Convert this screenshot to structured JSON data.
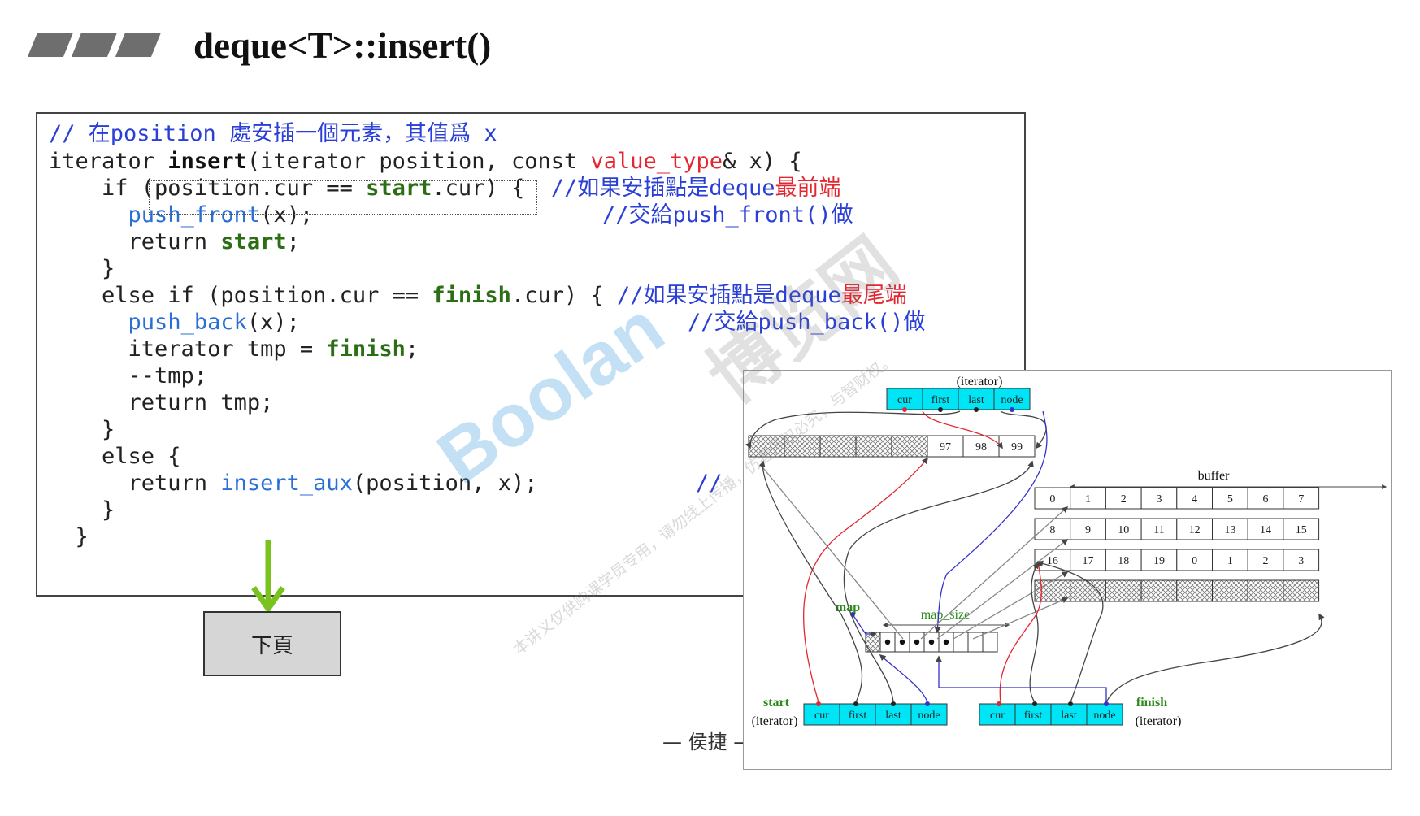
{
  "header": {
    "title": "deque<T>::insert()"
  },
  "code": {
    "l1": "// 在position 處安插一個元素，其值爲 x",
    "l2a": "iterator ",
    "l2b": "insert",
    "l2c": "(iterator position, const ",
    "l2d": "value_type",
    "l2e": "& x) {",
    "l3a": "    if (position.cur == ",
    "l3b": "start",
    "l3c": ".cur) {  ",
    "l3d": "//如果安插點是deque",
    "l3e": "最前端",
    "l4a": "      ",
    "l4b": "push_front",
    "l4c": "(x);",
    "l4d": "//交給push_front()做",
    "l5a": "      return ",
    "l5b": "start",
    "l5c": ";",
    "l6": "    }",
    "l7a": "    else if (position.cur == ",
    "l7b": "finish",
    "l7c": ".cur) { ",
    "l7d": "//如果安插點是deque",
    "l7e": "最尾端",
    "l8a": "      ",
    "l8b": "push_back",
    "l8c": "(x);",
    "l8d": "//交給push_back()做",
    "l9a": "      iterator tmp = ",
    "l9b": "finish",
    "l9c": ";",
    "l10": "      --tmp;",
    "l11": "      return tmp;",
    "l12": "    }",
    "l13": "    else {",
    "l14a": "      return ",
    "l14b": "insert_aux",
    "l14c": "(position, x);",
    "l14d": "// ",
    "l15": "    }",
    "l16": "  }"
  },
  "next_button": {
    "label": "下頁"
  },
  "author": {
    "label": "— 侯捷 —"
  },
  "diagram": {
    "iterator_label": "(iterator)",
    "iter_fields": [
      "cur",
      "first",
      "last",
      "node"
    ],
    "top_buffer_values": [
      "97",
      "98",
      "99"
    ],
    "buffer_label": "buffer",
    "buffer_rows": [
      [
        "0",
        "1",
        "2",
        "3",
        "4",
        "5",
        "6",
        "7"
      ],
      [
        "8",
        "9",
        "10",
        "11",
        "12",
        "13",
        "14",
        "15"
      ],
      [
        "16",
        "17",
        "18",
        "19",
        "0",
        "1",
        "2",
        "3"
      ]
    ],
    "map_label": "map",
    "map_size_label": "map_size",
    "start_label": "start",
    "start_iter_label": "(iterator)",
    "finish_label": "finish",
    "finish_iter_label": "(iterator)"
  },
  "watermark": {
    "brand": "Boolan",
    "cn_brand": "博览网",
    "notice": "本讲义仅供购课学员专用，请勿线上传播，仿者侵权必究，与智财权。"
  },
  "colors": {
    "cyan": "#00e5f5",
    "code_comment": "#2a3fd6",
    "code_keyword": "#2b6e15",
    "accent_red": "#e3262f",
    "arrow_green": "#7ac31f"
  }
}
